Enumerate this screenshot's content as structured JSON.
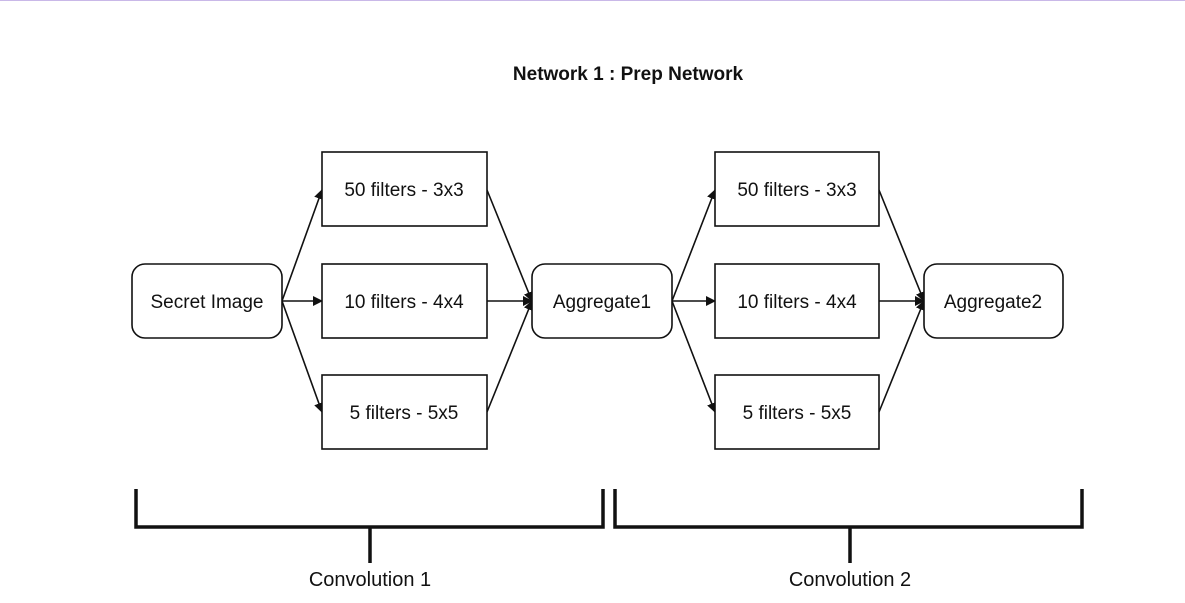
{
  "diagram": {
    "title": "Network 1 : Prep Network",
    "colors": {
      "top_rule": "#c9b8e8",
      "stroke": "#111111"
    },
    "nodes": {
      "secret_image": "Secret Image",
      "c1_filter_3x3": "50 filters - 3x3",
      "c1_filter_4x4": "10 filters - 4x4",
      "c1_filter_5x5": "5 filters - 5x5",
      "aggregate1": "Aggregate1",
      "c2_filter_3x3": "50 filters - 3x3",
      "c2_filter_4x4": "10 filters - 4x4",
      "c2_filter_5x5": "5 filters - 5x5",
      "aggregate2": "Aggregate2"
    },
    "groups": {
      "convolution_1": "Convolution 1",
      "convolution_2": "Convolution 2"
    }
  }
}
